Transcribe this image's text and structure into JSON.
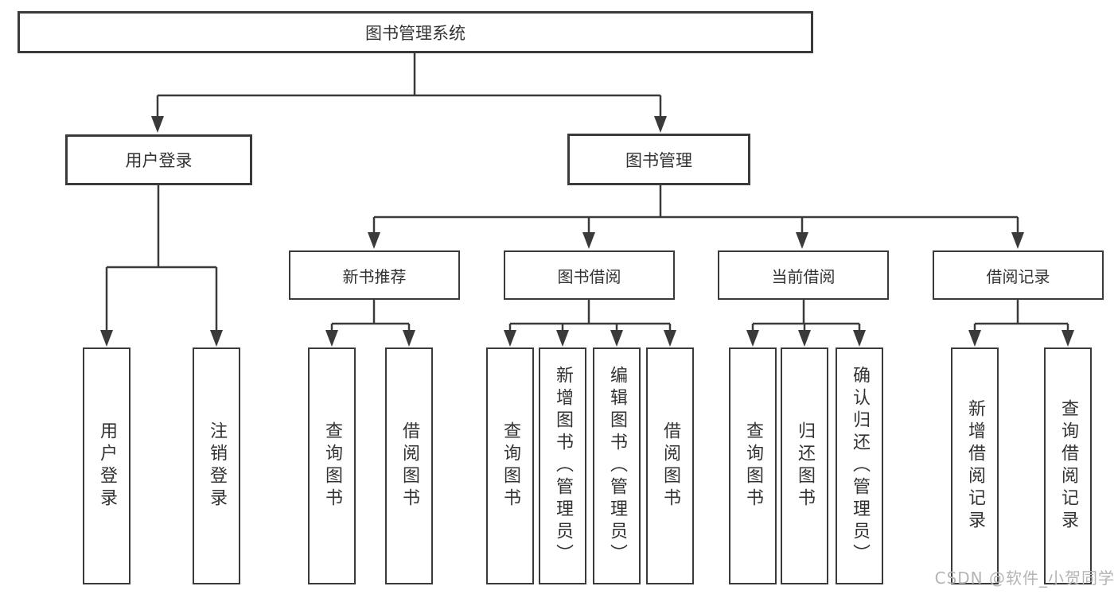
{
  "diagram": {
    "root": "图书管理系统",
    "branches": {
      "user_login": {
        "label": "用户登录",
        "children": [
          "用户登录",
          "注销登录"
        ]
      },
      "book_management": {
        "label": "图书管理",
        "sections": [
          {
            "label": "新书推荐",
            "children": [
              "查询图书",
              "借阅图书"
            ]
          },
          {
            "label": "图书借阅",
            "children": [
              "查询图书",
              "新增图书（管理员）",
              "编辑图书（管理员）",
              "借阅图书"
            ]
          },
          {
            "label": "当前借阅",
            "children": [
              "查询图书",
              "归还图书",
              "确认归还（管理员）"
            ]
          },
          {
            "label": "借阅记录",
            "children": [
              "新增借阅记录",
              "查询借阅记录"
            ]
          }
        ]
      }
    }
  },
  "watermark": "CSDN @软件_小贺同学",
  "colors": {
    "line": "#3a3a3a",
    "text": "#333333",
    "watermark": "#b4b4b4",
    "background": "#ffffff"
  }
}
